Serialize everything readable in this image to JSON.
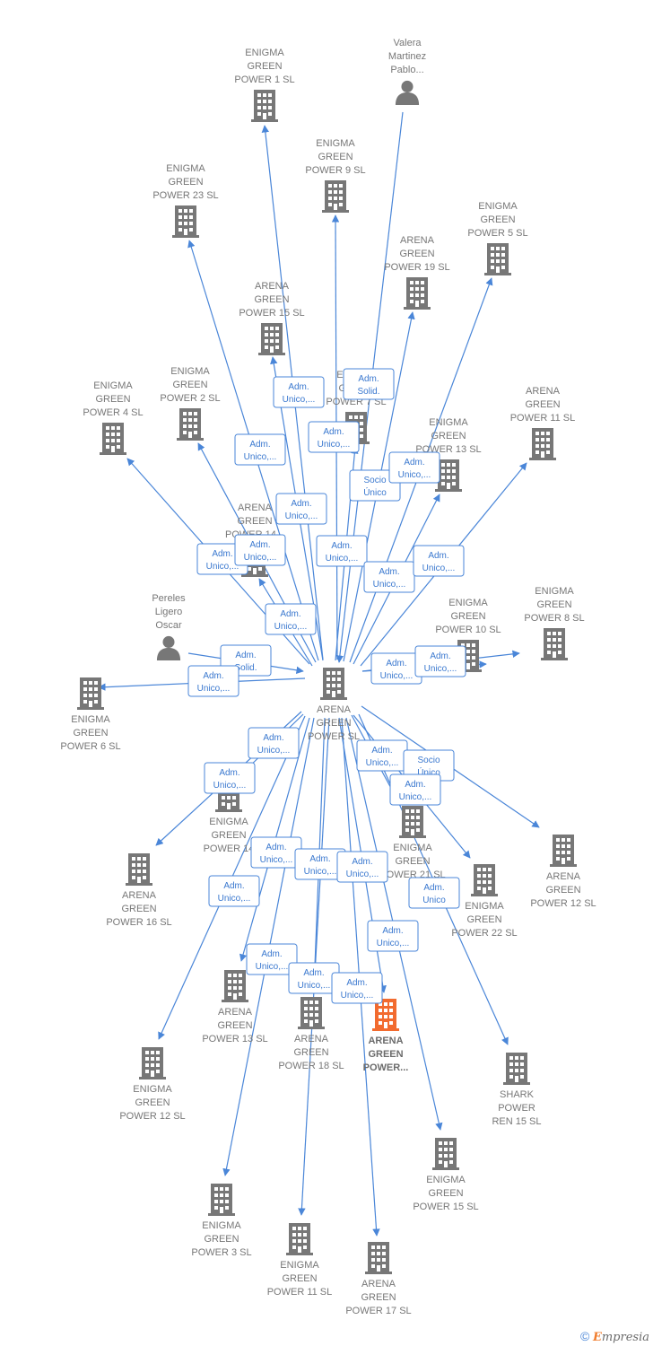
{
  "colors": {
    "edge": "#4a86d8",
    "node": "#777777",
    "highlight": "#f26b2f",
    "label_text": "#3a78cf"
  },
  "nodes": [
    {
      "id": "center",
      "type": "company",
      "label": [
        "ARENA",
        "GREEN",
        "POWER  SL"
      ]
    },
    {
      "id": "eg1",
      "type": "company",
      "label": [
        "ENIGMA",
        "GREEN",
        "POWER 1  SL"
      ]
    },
    {
      "id": "valera",
      "type": "person",
      "label": [
        "Valera",
        "Martinez",
        "Pablo..."
      ]
    },
    {
      "id": "eg9",
      "type": "company",
      "label": [
        "ENIGMA",
        "GREEN",
        "POWER 9  SL"
      ]
    },
    {
      "id": "eg23",
      "type": "company",
      "label": [
        "ENIGMA",
        "GREEN",
        "POWER 23  SL"
      ]
    },
    {
      "id": "eg5",
      "type": "company",
      "label": [
        "ENIGMA",
        "GREEN",
        "POWER 5  SL"
      ]
    },
    {
      "id": "ag19",
      "type": "company",
      "label": [
        "ARENA",
        "GREEN",
        "POWER 19  SL"
      ]
    },
    {
      "id": "ag15",
      "type": "company",
      "label": [
        "ARENA",
        "GREEN",
        "POWER 15  SL"
      ]
    },
    {
      "id": "eg7",
      "type": "company",
      "label": [
        "ENIGMA",
        "GREEN",
        "POWER 7  SL"
      ]
    },
    {
      "id": "eg2",
      "type": "company",
      "label": [
        "ENIGMA",
        "GREEN",
        "POWER 2  SL"
      ]
    },
    {
      "id": "eg4",
      "type": "company",
      "label": [
        "ENIGMA",
        "GREEN",
        "POWER 4  SL"
      ]
    },
    {
      "id": "ag11",
      "type": "company",
      "label": [
        "ARENA",
        "GREEN",
        "POWER 11  SL"
      ]
    },
    {
      "id": "eg13",
      "type": "company",
      "label": [
        "ENIGMA",
        "GREEN",
        "POWER 13  SL"
      ]
    },
    {
      "id": "ag14",
      "type": "company",
      "label": [
        "ARENA",
        "GREEN",
        "POWER 14..."
      ]
    },
    {
      "id": "pereles",
      "type": "person",
      "label": [
        "Pereles",
        "Ligero",
        "Oscar"
      ]
    },
    {
      "id": "eg10",
      "type": "company",
      "label": [
        "ENIGMA",
        "GREEN",
        "POWER 10  SL"
      ]
    },
    {
      "id": "eg8",
      "type": "company",
      "label": [
        "ENIGMA",
        "GREEN",
        "POWER 8  SL"
      ]
    },
    {
      "id": "eg6",
      "type": "company",
      "label": [
        "ENIGMA",
        "GREEN",
        "POWER 6  SL"
      ]
    },
    {
      "id": "eg14",
      "type": "company",
      "label": [
        "ENIGMA",
        "GREEN",
        "POWER 14"
      ]
    },
    {
      "id": "ag16",
      "type": "company",
      "label": [
        "ARENA",
        "GREEN",
        "POWER 16  SL"
      ]
    },
    {
      "id": "eg21",
      "type": "company",
      "label": [
        "ENIGMA",
        "GREEN",
        "POWER 21  SL"
      ]
    },
    {
      "id": "ag12",
      "type": "company",
      "label": [
        "ARENA",
        "GREEN",
        "POWER 12  SL"
      ]
    },
    {
      "id": "eg22",
      "type": "company",
      "label": [
        "ENIGMA",
        "GREEN",
        "POWER 22  SL"
      ]
    },
    {
      "id": "ag13",
      "type": "company",
      "label": [
        "ARENA",
        "GREEN",
        "POWER 13  SL"
      ]
    },
    {
      "id": "ag18",
      "type": "company",
      "label": [
        "ARENA",
        "GREEN",
        "POWER 18  SL"
      ]
    },
    {
      "id": "agp",
      "type": "company",
      "highlight": true,
      "label": [
        "ARENA",
        "GREEN",
        "POWER..."
      ]
    },
    {
      "id": "eg12",
      "type": "company",
      "label": [
        "ENIGMA",
        "GREEN",
        "POWER 12  SL"
      ]
    },
    {
      "id": "shark",
      "type": "company",
      "label": [
        "SHARK",
        "POWER",
        "REN 15  SL"
      ]
    },
    {
      "id": "eg15",
      "type": "company",
      "label": [
        "ENIGMA",
        "GREEN",
        "POWER 15  SL"
      ]
    },
    {
      "id": "eg3",
      "type": "company",
      "label": [
        "ENIGMA",
        "GREEN",
        "POWER 3  SL"
      ]
    },
    {
      "id": "eg11",
      "type": "company",
      "label": [
        "ENIGMA",
        "GREEN",
        "POWER 11  SL"
      ]
    },
    {
      "id": "ag17",
      "type": "company",
      "label": [
        "ARENA",
        "GREEN",
        "POWER 17  SL"
      ]
    }
  ],
  "edges": [
    {
      "from": "center",
      "to": "eg1"
    },
    {
      "from": "valera",
      "to": "center"
    },
    {
      "from": "center",
      "to": "eg9"
    },
    {
      "from": "center",
      "to": "eg23"
    },
    {
      "from": "center",
      "to": "eg5"
    },
    {
      "from": "center",
      "to": "ag19"
    },
    {
      "from": "center",
      "to": "ag15"
    },
    {
      "from": "center",
      "to": "eg7"
    },
    {
      "from": "center",
      "to": "eg2"
    },
    {
      "from": "center",
      "to": "eg4"
    },
    {
      "from": "center",
      "to": "ag11"
    },
    {
      "from": "center",
      "to": "eg13"
    },
    {
      "from": "center",
      "to": "ag14"
    },
    {
      "from": "pereles",
      "to": "center"
    },
    {
      "from": "center",
      "to": "eg10"
    },
    {
      "from": "center",
      "to": "eg8"
    },
    {
      "from": "center",
      "to": "eg6"
    },
    {
      "from": "center",
      "to": "eg14"
    },
    {
      "from": "center",
      "to": "ag16"
    },
    {
      "from": "center",
      "to": "eg21"
    },
    {
      "from": "center",
      "to": "ag12"
    },
    {
      "from": "center",
      "to": "eg22"
    },
    {
      "from": "center",
      "to": "ag13"
    },
    {
      "from": "center",
      "to": "ag18"
    },
    {
      "from": "center",
      "to": "agp"
    },
    {
      "from": "center",
      "to": "eg12"
    },
    {
      "from": "center",
      "to": "shark"
    },
    {
      "from": "center",
      "to": "eg15"
    },
    {
      "from": "center",
      "to": "eg3"
    },
    {
      "from": "center",
      "to": "eg11"
    },
    {
      "from": "center",
      "to": "ag17"
    }
  ],
  "relation_labels": [
    {
      "lines": [
        "Adm.",
        "Unico,..."
      ]
    },
    {
      "lines": [
        "Adm.",
        "Solid."
      ]
    },
    {
      "lines": [
        "Adm.",
        "Unico,..."
      ]
    },
    {
      "lines": [
        "Adm.",
        "Unico,..."
      ]
    },
    {
      "lines": [
        "Adm.",
        "Unico,..."
      ]
    },
    {
      "lines": [
        "Socio",
        "Único"
      ]
    },
    {
      "lines": [
        "Adm.",
        "Unico,..."
      ]
    },
    {
      "lines": [
        "Adm.",
        "Unico,..."
      ]
    },
    {
      "lines": [
        "Adm.",
        "Unico,..."
      ]
    },
    {
      "lines": [
        "Adm.",
        "Unico,..."
      ]
    },
    {
      "lines": [
        "Adm.",
        "Unico,..."
      ]
    },
    {
      "lines": [
        "Adm.",
        "Unico,..."
      ]
    },
    {
      "lines": [
        "Adm.",
        "Unico,..."
      ]
    },
    {
      "lines": [
        "Adm.",
        "Solid."
      ]
    },
    {
      "lines": [
        "Adm.",
        "Unico,..."
      ]
    },
    {
      "lines": [
        "Adm.",
        "Unico,..."
      ]
    },
    {
      "lines": [
        "Adm.",
        "Unico,..."
      ]
    },
    {
      "lines": [
        "Adm.",
        "Unico,..."
      ]
    },
    {
      "lines": [
        "Adm.",
        "Unico,..."
      ]
    },
    {
      "lines": [
        "Adm.",
        "Unico,..."
      ]
    },
    {
      "lines": [
        "Adm.",
        "Unico,..."
      ]
    },
    {
      "lines": [
        "Adm.",
        "Unico,..."
      ]
    },
    {
      "lines": [
        "Adm.",
        "Unico,..."
      ]
    },
    {
      "lines": [
        "Socio",
        "Único"
      ]
    },
    {
      "lines": [
        "Adm.",
        "Unico,..."
      ]
    },
    {
      "lines": [
        "Adm.",
        "Unico"
      ]
    },
    {
      "lines": [
        "Adm.",
        "Unico,..."
      ]
    },
    {
      "lines": [
        "Adm.",
        "Unico,..."
      ]
    },
    {
      "lines": [
        "Adm.",
        "Unico,..."
      ]
    },
    {
      "lines": [
        "Adm.",
        "Unico,..."
      ]
    },
    {
      "lines": [
        "Adm.",
        "Unico,..."
      ]
    }
  ],
  "watermark": {
    "copyright": "©",
    "brand_first": "E",
    "brand_rest": "mpresia"
  }
}
